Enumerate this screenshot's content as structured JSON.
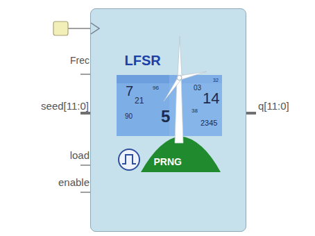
{
  "diagram": {
    "nodes": [
      {
        "text": [
          "LFSR",
          "PRNG"
        ]
      }
    ],
    "labels": [
      "Frec",
      "seed[11:0]",
      "load",
      "enable",
      "q[11:0]",
      "7",
      "21",
      "96",
      "03",
      "32",
      "14",
      "5",
      "90",
      "38",
      "2345"
    ]
  }
}
